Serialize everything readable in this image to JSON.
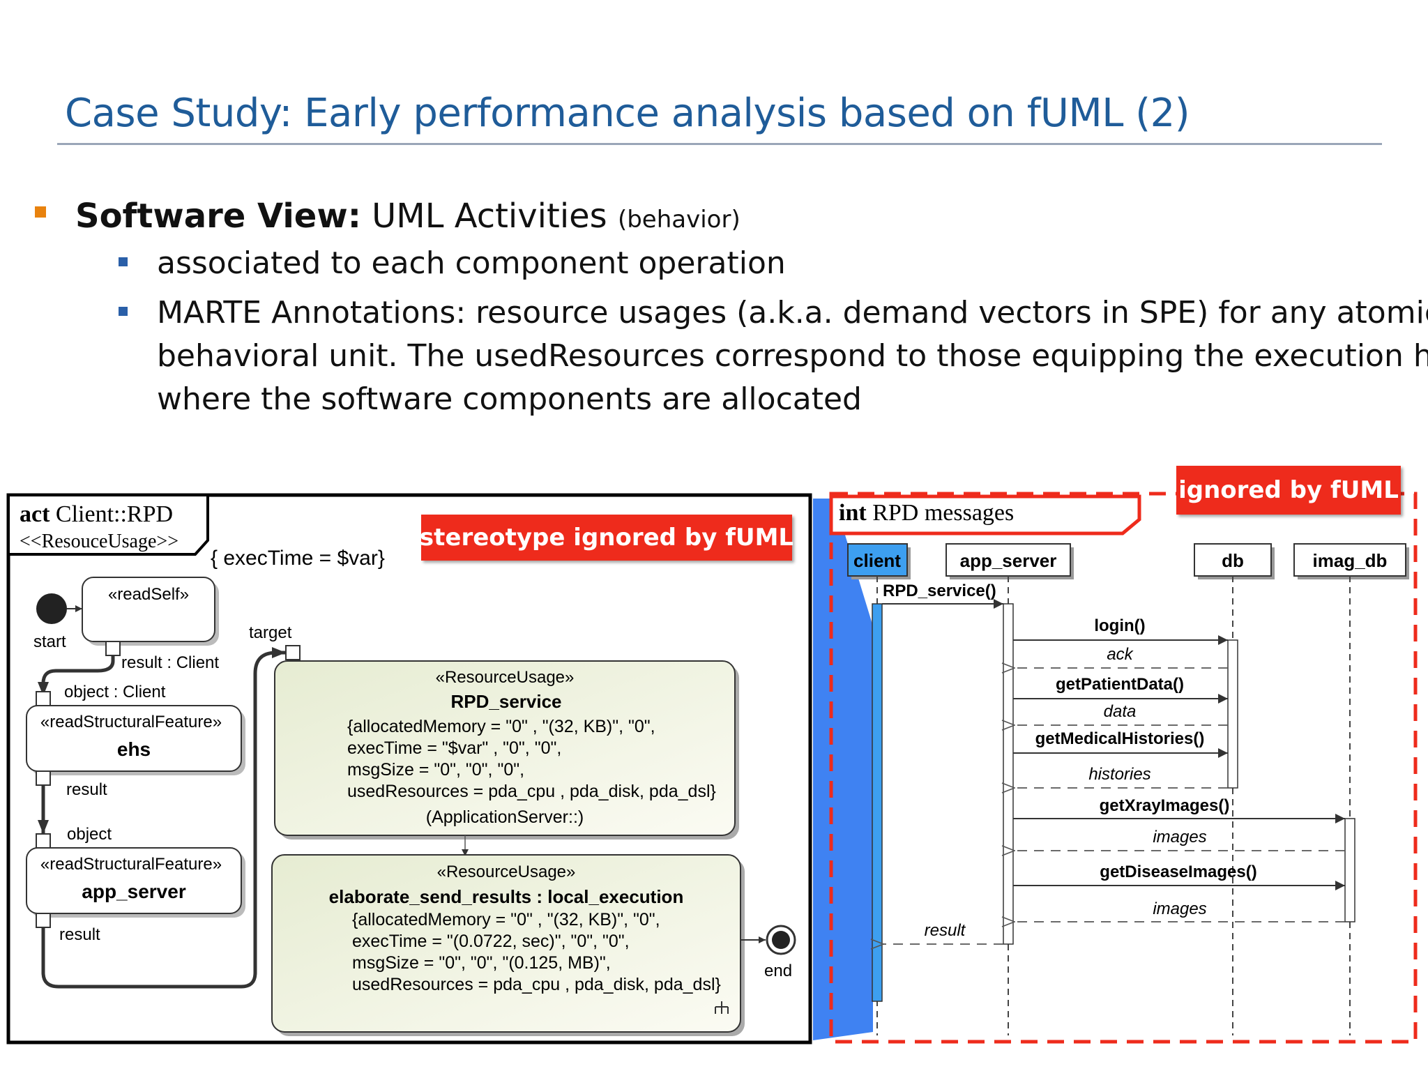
{
  "slide": {
    "title": "Case Study: Early performance analysis based on fUML  (2)",
    "bullet_main_bold": "Software View:",
    "bullet_main_rest": " UML Activities ",
    "bullet_main_small": "(behavior)",
    "sub_bullets": [
      "associated to each component operation",
      "MARTE Annotations: resource usages (a.k.a. demand vectors in SPE) for any atomic",
      "behavioral unit.  The usedResources correspond to those equipping the execution host",
      "where the software components are allocated"
    ],
    "colors": {
      "title": "#1f5c99",
      "bullet_main": "#e8820e",
      "bullet_sub": "#2a5fa8",
      "banner": "#ee2b1c",
      "lifeline_client": "#3d9ff0"
    }
  },
  "activity": {
    "frame_kw": "act",
    "frame_name": " Client::RPD",
    "frame_stereo": "<<ResouceUsage>>",
    "exec_constraint": "{ execTime = $var}",
    "banner": "stereotype ignored by fUML",
    "start_label": "start",
    "end_label": "end",
    "read_self": {
      "stereo": "«readSelf»",
      "pin": "result : Client"
    },
    "rsf_ehs": {
      "pin_in": "object : Client",
      "stereo": "«readStructuralFeature»",
      "name": "ehs",
      "pin_out": "result"
    },
    "rsf_app": {
      "pin_in": "object",
      "stereo": "«readStructuralFeature»",
      "name": "app_server",
      "pin_out": "result"
    },
    "target_label": "target",
    "ru1": {
      "stereo": "«ResourceUsage»",
      "name": "RPD_service",
      "lines": [
        "{allocatedMemory = \"0\" , \"(32, KB)\", \"0\",",
        "execTime = \"$var\" , \"0\", \"0\",",
        "msgSize = \"0\", \"0\", \"0\",",
        "usedResources = pda_cpu , pda_disk, pda_dsl}"
      ],
      "footer": "(ApplicationServer::)"
    },
    "ru2": {
      "stereo": "«ResourceUsage»",
      "name": "elaborate_send_results : local_execution",
      "lines": [
        "{allocatedMemory = \"0\" , \"(32, KB)\", \"0\",",
        "execTime = \"(0.0722,  sec)\", \"0\", \"0\",",
        "msgSize = \"0\", \"0\", \"(0.125, MB)\",",
        "usedResources = pda_cpu , pda_disk, pda_dsl}"
      ]
    }
  },
  "sequence": {
    "frame_kw": "int",
    "frame_name": " RPD messages",
    "banner": "ignored by fUML",
    "lifelines": [
      "client",
      "app_server",
      "db",
      "imag_db"
    ],
    "messages": [
      {
        "label": "RPD_service()",
        "kind": "call"
      },
      {
        "label": "login()",
        "kind": "call"
      },
      {
        "label": "ack",
        "kind": "reply"
      },
      {
        "label": "getPatientData()",
        "kind": "call"
      },
      {
        "label": "data",
        "kind": "reply"
      },
      {
        "label": "getMedicalHistories()",
        "kind": "call"
      },
      {
        "label": "histories",
        "kind": "reply"
      },
      {
        "label": "getXrayImages()",
        "kind": "call"
      },
      {
        "label": "images",
        "kind": "reply"
      },
      {
        "label": "getDiseaseImages()",
        "kind": "call"
      },
      {
        "label": "images",
        "kind": "reply"
      },
      {
        "label": "result",
        "kind": "reply"
      }
    ]
  }
}
